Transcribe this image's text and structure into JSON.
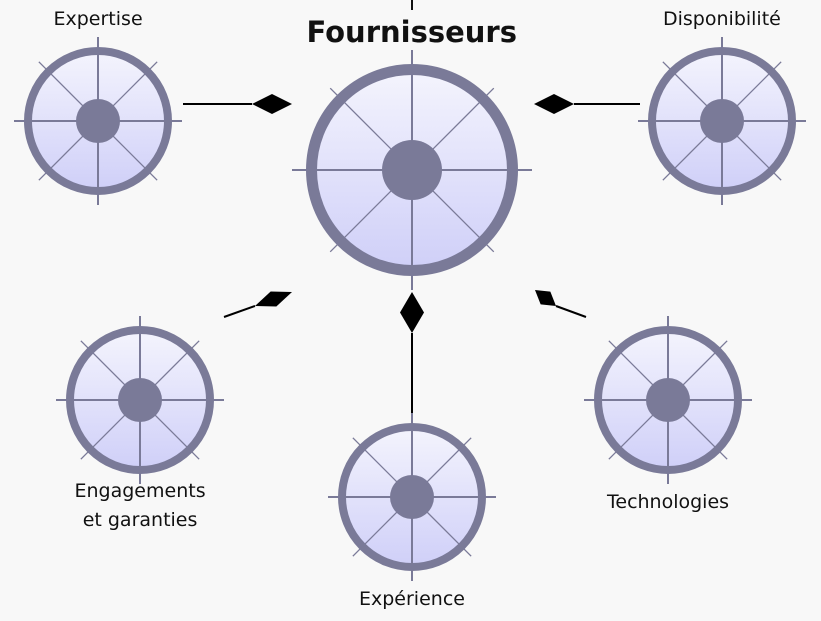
{
  "diagram": {
    "central": {
      "id": "fournisseurs",
      "label": "Fournisseurs"
    },
    "nodes": [
      {
        "id": "expertise",
        "label": "Expertise"
      },
      {
        "id": "disponibilite",
        "label": "Disponibilité"
      },
      {
        "id": "engagements",
        "label": "Engagements\net garanties"
      },
      {
        "id": "experience",
        "label": "Expérience"
      },
      {
        "id": "technologies",
        "label": "Technologies"
      }
    ],
    "connectors": [
      {
        "from": "expertise",
        "to": "fournisseurs",
        "end": "filled-diamond"
      },
      {
        "from": "disponibilite",
        "to": "fournisseurs",
        "end": "filled-diamond"
      },
      {
        "from": "engagements",
        "to": "fournisseurs",
        "end": "filled-diamond"
      },
      {
        "from": "experience",
        "to": "fournisseurs",
        "end": "filled-diamond"
      },
      {
        "from": "technologies",
        "to": "fournisseurs",
        "end": "filled-diamond"
      }
    ],
    "colors": {
      "background": "#f8f8f8",
      "ring": "#7a7a98",
      "fill_top": "#f4f4fd",
      "fill_bottom": "#cfcff8",
      "connector": "#000000"
    }
  }
}
